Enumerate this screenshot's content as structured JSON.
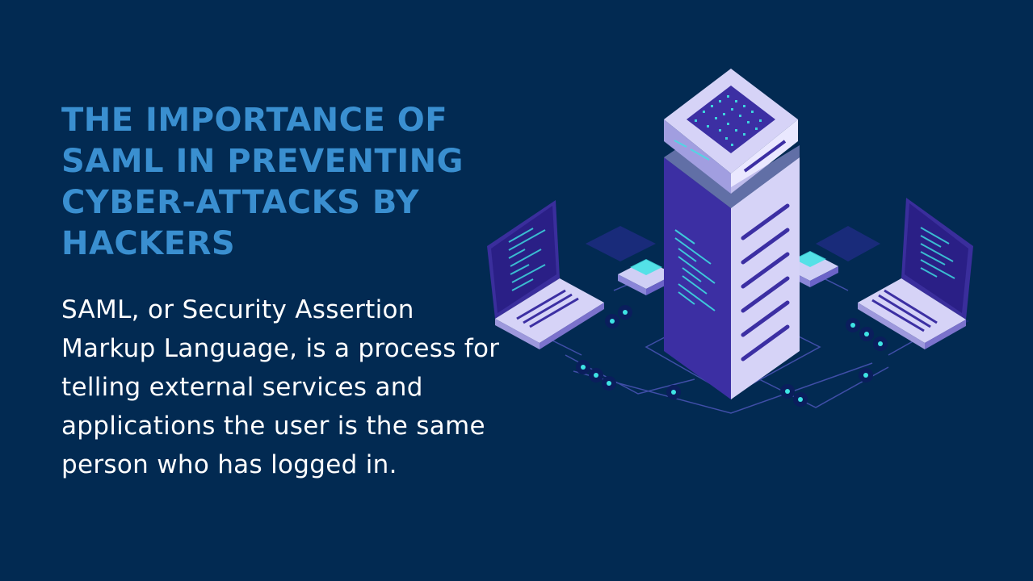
{
  "slide": {
    "title": "THE IMPORTANCE OF SAML IN PREVENTING CYBER-ATTACKS BY HACKERS",
    "body": "SAML, or Security Assertion Markup Language, is a process for telling external services and applications the user is the same person who has logged in."
  },
  "illustration": {
    "icon": "server-network-illustration",
    "colors": {
      "background": "#022a52",
      "title": "#3a8fd0",
      "text": "#ffffff",
      "server_light": "#d6d3f7",
      "server_dark": "#3c2fa3",
      "accent": "#3ee4e4"
    }
  }
}
